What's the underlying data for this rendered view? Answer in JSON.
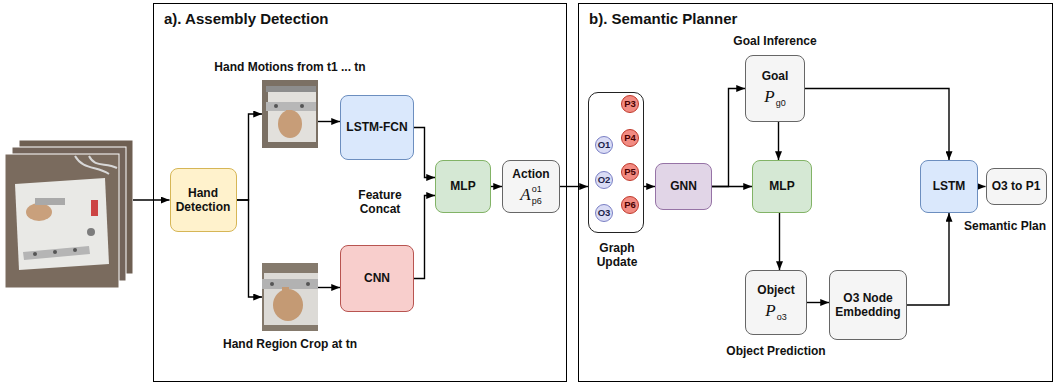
{
  "diagram": {
    "nodes": [
      {
        "text": [
          "Image Sequences"
        ]
      },
      {
        "text": [
          "a). Assembly Detection"
        ]
      },
      {
        "text": [
          "Hand Detection"
        ],
        "in": 1
      },
      {
        "text": [
          "Hand Motions from t1 ... tn"
        ],
        "in": 1
      },
      {
        "text": [
          "Hand Region Crop at tn"
        ],
        "in": 1
      },
      {
        "text": [
          "LSTM-FCN"
        ],
        "in": 1
      },
      {
        "text": [
          "CNN"
        ],
        "in": 1
      },
      {
        "text": [
          "MLP"
        ],
        "in": 1
      },
      {
        "text": [
          "Action",
          "A",
          "o1",
          "p6"
        ],
        "in": 1
      },
      {
        "text": [
          "b). Semantic Planner"
        ]
      },
      {
        "text": [
          "Graph Update"
        ],
        "in": 9
      },
      {
        "text": [
          "O1"
        ],
        "in": 10
      },
      {
        "text": [
          "O2"
        ],
        "in": 10
      },
      {
        "text": [
          "O3"
        ],
        "in": 10
      },
      {
        "text": [
          "P3"
        ],
        "in": 10
      },
      {
        "text": [
          "P4"
        ],
        "in": 10
      },
      {
        "text": [
          "P5"
        ],
        "in": 10
      },
      {
        "text": [
          "P6"
        ],
        "in": 10
      },
      {
        "text": [
          "GNN"
        ],
        "in": 9
      },
      {
        "text": [
          "Goal",
          "P",
          "g0"
        ],
        "in": 9
      },
      {
        "text": [
          "MLP"
        ],
        "in": 9
      },
      {
        "text": [
          "Object",
          "P",
          "o3"
        ],
        "in": 9
      },
      {
        "text": [
          "O3 Node Embedding"
        ],
        "in": 9
      },
      {
        "text": [
          "LSTM"
        ],
        "in": 9
      },
      {
        "text": [
          "O3 to P1"
        ],
        "in": 9
      }
    ],
    "edges": [
      {
        "from": 0,
        "to": 2,
        "arrow": "to"
      },
      {
        "from": 2,
        "to": 3,
        "arrow": "to"
      },
      {
        "from": 2,
        "to": 4,
        "arrow": "to"
      },
      {
        "from": 3,
        "to": 5,
        "arrow": "to"
      },
      {
        "from": 4,
        "to": 6,
        "arrow": "to"
      },
      {
        "from": 5,
        "to": 7,
        "arrow": "to"
      },
      {
        "from": 6,
        "to": 7,
        "arrow": "to"
      },
      {
        "from": 7,
        "to": 8,
        "arrow": "to"
      },
      {
        "from": 8,
        "to": 10,
        "arrow": "to"
      },
      {
        "from": 14,
        "to": 11,
        "arrow": "to"
      },
      {
        "from": 15,
        "to": 12,
        "arrow": "to"
      },
      {
        "from": 16,
        "to": 12,
        "arrow": "to"
      },
      {
        "from": 17,
        "to": 11,
        "arrow": "to"
      },
      {
        "from": 10,
        "to": 18,
        "arrow": "to"
      },
      {
        "from": 18,
        "to": 19,
        "arrow": "to"
      },
      {
        "from": 18,
        "to": 20,
        "arrow": "to"
      },
      {
        "from": 19,
        "to": 20,
        "arrow": "to"
      },
      {
        "from": 19,
        "to": 23,
        "arrow": "to"
      },
      {
        "from": 20,
        "to": 21,
        "arrow": "to"
      },
      {
        "from": 21,
        "to": 22,
        "arrow": "to"
      },
      {
        "from": 22,
        "to": 23,
        "arrow": "to"
      },
      {
        "from": 23,
        "to": 24,
        "arrow": "to"
      }
    ],
    "labels": [
      "Feature Concat",
      "Goal Inference",
      "Object Prediction",
      "Semantic Plan"
    ]
  }
}
